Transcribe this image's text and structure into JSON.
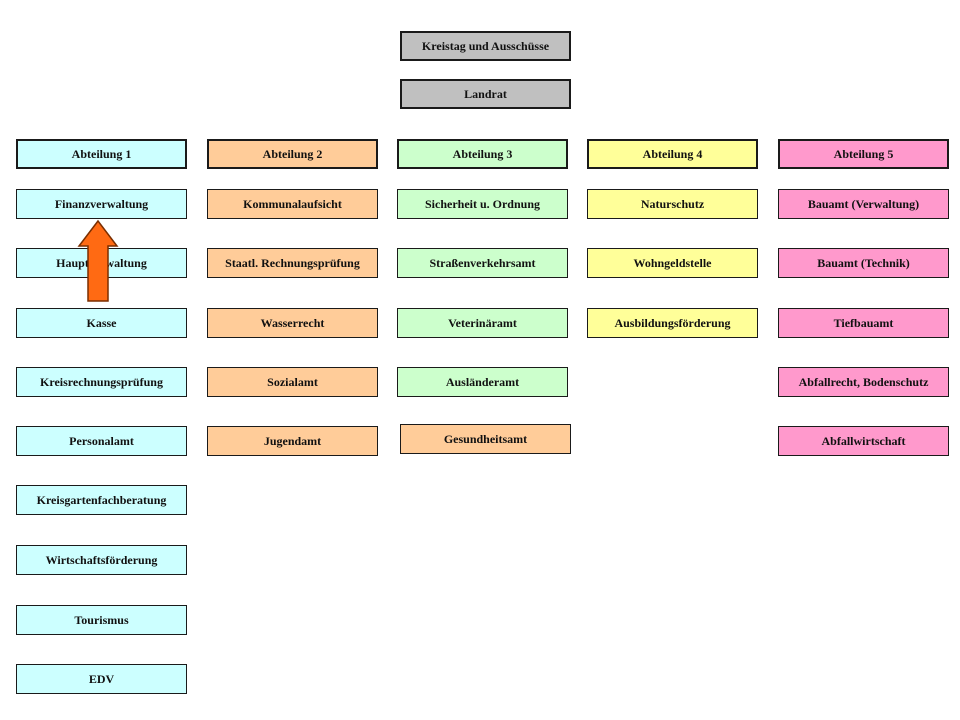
{
  "top": {
    "kreistag": "Kreistag und Ausschüsse",
    "landrat": "Landrat"
  },
  "departments": [
    {
      "header": "Abteilung 1",
      "color": "#ccffff",
      "units": [
        "Finanzverwaltung",
        "Hauptverwaltung",
        "Kasse",
        "Kreisrechnungsprüfung",
        "Personalamt",
        "Kreisgartenfachberatung",
        "Wirtschaftsförderung",
        "Tourismus",
        "EDV"
      ]
    },
    {
      "header": "Abteilung 2",
      "color": "#ffcc99",
      "units": [
        "Kommunalaufsicht",
        "Staatl. Rechnungsprüfung",
        "Wasserrecht",
        "Sozialamt",
        "Jugendamt"
      ]
    },
    {
      "header": "Abteilung 3",
      "color": "#ccffcc",
      "units": [
        "Sicherheit u. Ordnung",
        "Straßenverkehrsamt",
        "Veterinäramt",
        "Ausländeramt",
        "Gesundheitsamt"
      ]
    },
    {
      "header": "Abteilung 4",
      "color": "#ffff99",
      "units": [
        "Naturschutz",
        "Wohngeldstelle",
        "Ausbildungsförderung"
      ]
    },
    {
      "header": "Abteilung 5",
      "color": "#ff99cc",
      "units": [
        "Bauamt (Verwaltung)",
        "Bauamt (Technik)",
        "Tiefbauamt",
        "Abfallrecht, Bodenschutz",
        "Abfallwirtschaft"
      ]
    }
  ],
  "arrow": {
    "color": "#ff6a13"
  }
}
